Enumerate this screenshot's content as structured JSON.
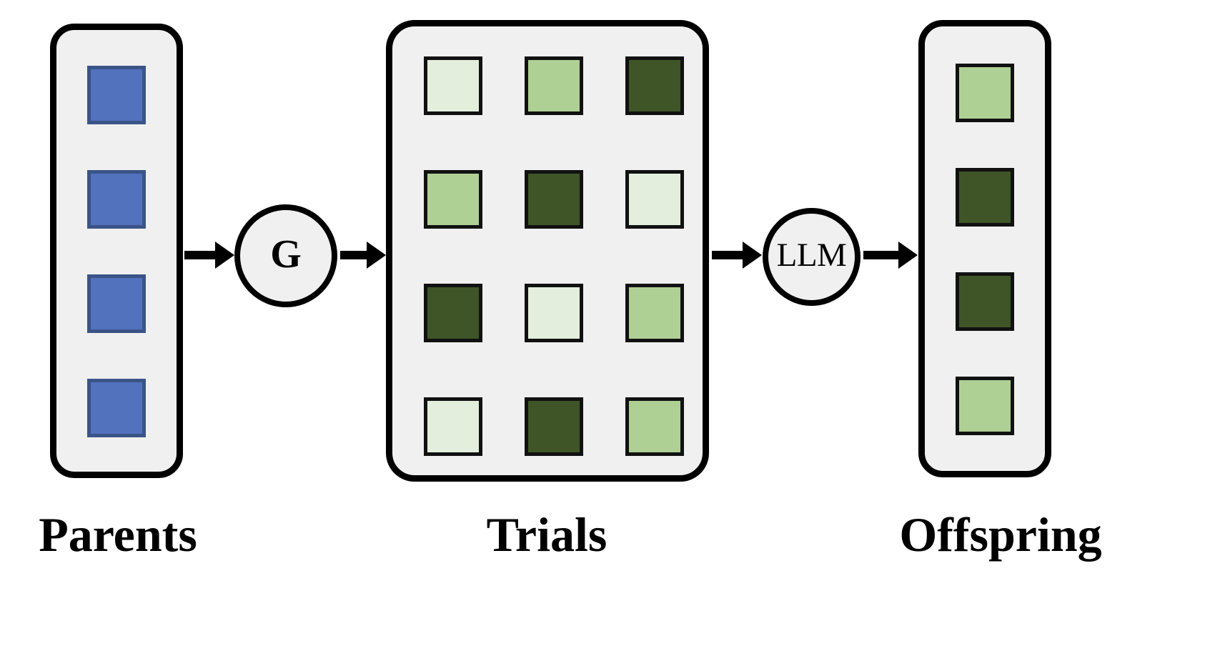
{
  "diagram": {
    "title": "Parents to Trials to Offspring evolutionary pipeline",
    "background": "#FFFFFF",
    "panel_fill": "#F0F0F0",
    "panel_stroke": "#000000"
  },
  "palette": {
    "blue_fill": "#5272BE",
    "blue_stroke": "#3B5487",
    "green_light": "#E3EFDC",
    "green_mid": "#AFD094",
    "green_dark": "#3F5527",
    "cell_stroke": "#111111"
  },
  "panels": {
    "parents": {
      "label": "Parents",
      "cells": [
        {
          "name": "parent-1",
          "color": "#5272BE"
        },
        {
          "name": "parent-2",
          "color": "#5272BE"
        },
        {
          "name": "parent-3",
          "color": "#5272BE"
        },
        {
          "name": "parent-4",
          "color": "#5272BE"
        }
      ]
    },
    "trials": {
      "label": "Trials",
      "rows": 4,
      "cols": 3,
      "cells": [
        {
          "name": "trial-r1c1",
          "color": "#E3EFDC",
          "shade": "light"
        },
        {
          "name": "trial-r1c2",
          "color": "#AFD094",
          "shade": "mid"
        },
        {
          "name": "trial-r1c3",
          "color": "#3F5527",
          "shade": "dark"
        },
        {
          "name": "trial-r2c1",
          "color": "#AFD094",
          "shade": "mid"
        },
        {
          "name": "trial-r2c2",
          "color": "#3F5527",
          "shade": "dark"
        },
        {
          "name": "trial-r2c3",
          "color": "#E3EFDC",
          "shade": "light"
        },
        {
          "name": "trial-r3c1",
          "color": "#3F5527",
          "shade": "dark"
        },
        {
          "name": "trial-r3c2",
          "color": "#E3EFDC",
          "shade": "light"
        },
        {
          "name": "trial-r3c3",
          "color": "#AFD094",
          "shade": "mid"
        },
        {
          "name": "trial-r4c1",
          "color": "#E3EFDC",
          "shade": "light"
        },
        {
          "name": "trial-r4c2",
          "color": "#3F5527",
          "shade": "dark"
        },
        {
          "name": "trial-r4c3",
          "color": "#AFD094",
          "shade": "mid"
        }
      ]
    },
    "offspring": {
      "label": "Offspring",
      "cells": [
        {
          "name": "offspring-1",
          "color": "#AFD094",
          "shade": "mid"
        },
        {
          "name": "offspring-2",
          "color": "#3F5527",
          "shade": "dark"
        },
        {
          "name": "offspring-3",
          "color": "#3F5527",
          "shade": "dark"
        },
        {
          "name": "offspring-4",
          "color": "#AFD094",
          "shade": "mid"
        }
      ]
    }
  },
  "nodes": {
    "generator": {
      "label": "G",
      "name": "generator-node"
    },
    "llm": {
      "label": "LLM",
      "name": "llm-node"
    }
  },
  "arrows": [
    {
      "name": "arrow-parents-to-generator",
      "from": "parents",
      "to": "generator"
    },
    {
      "name": "arrow-generator-to-trials",
      "from": "generator",
      "to": "trials"
    },
    {
      "name": "arrow-trials-to-llm",
      "from": "trials",
      "to": "llm"
    },
    {
      "name": "arrow-llm-to-offspring",
      "from": "llm",
      "to": "offspring"
    }
  ]
}
